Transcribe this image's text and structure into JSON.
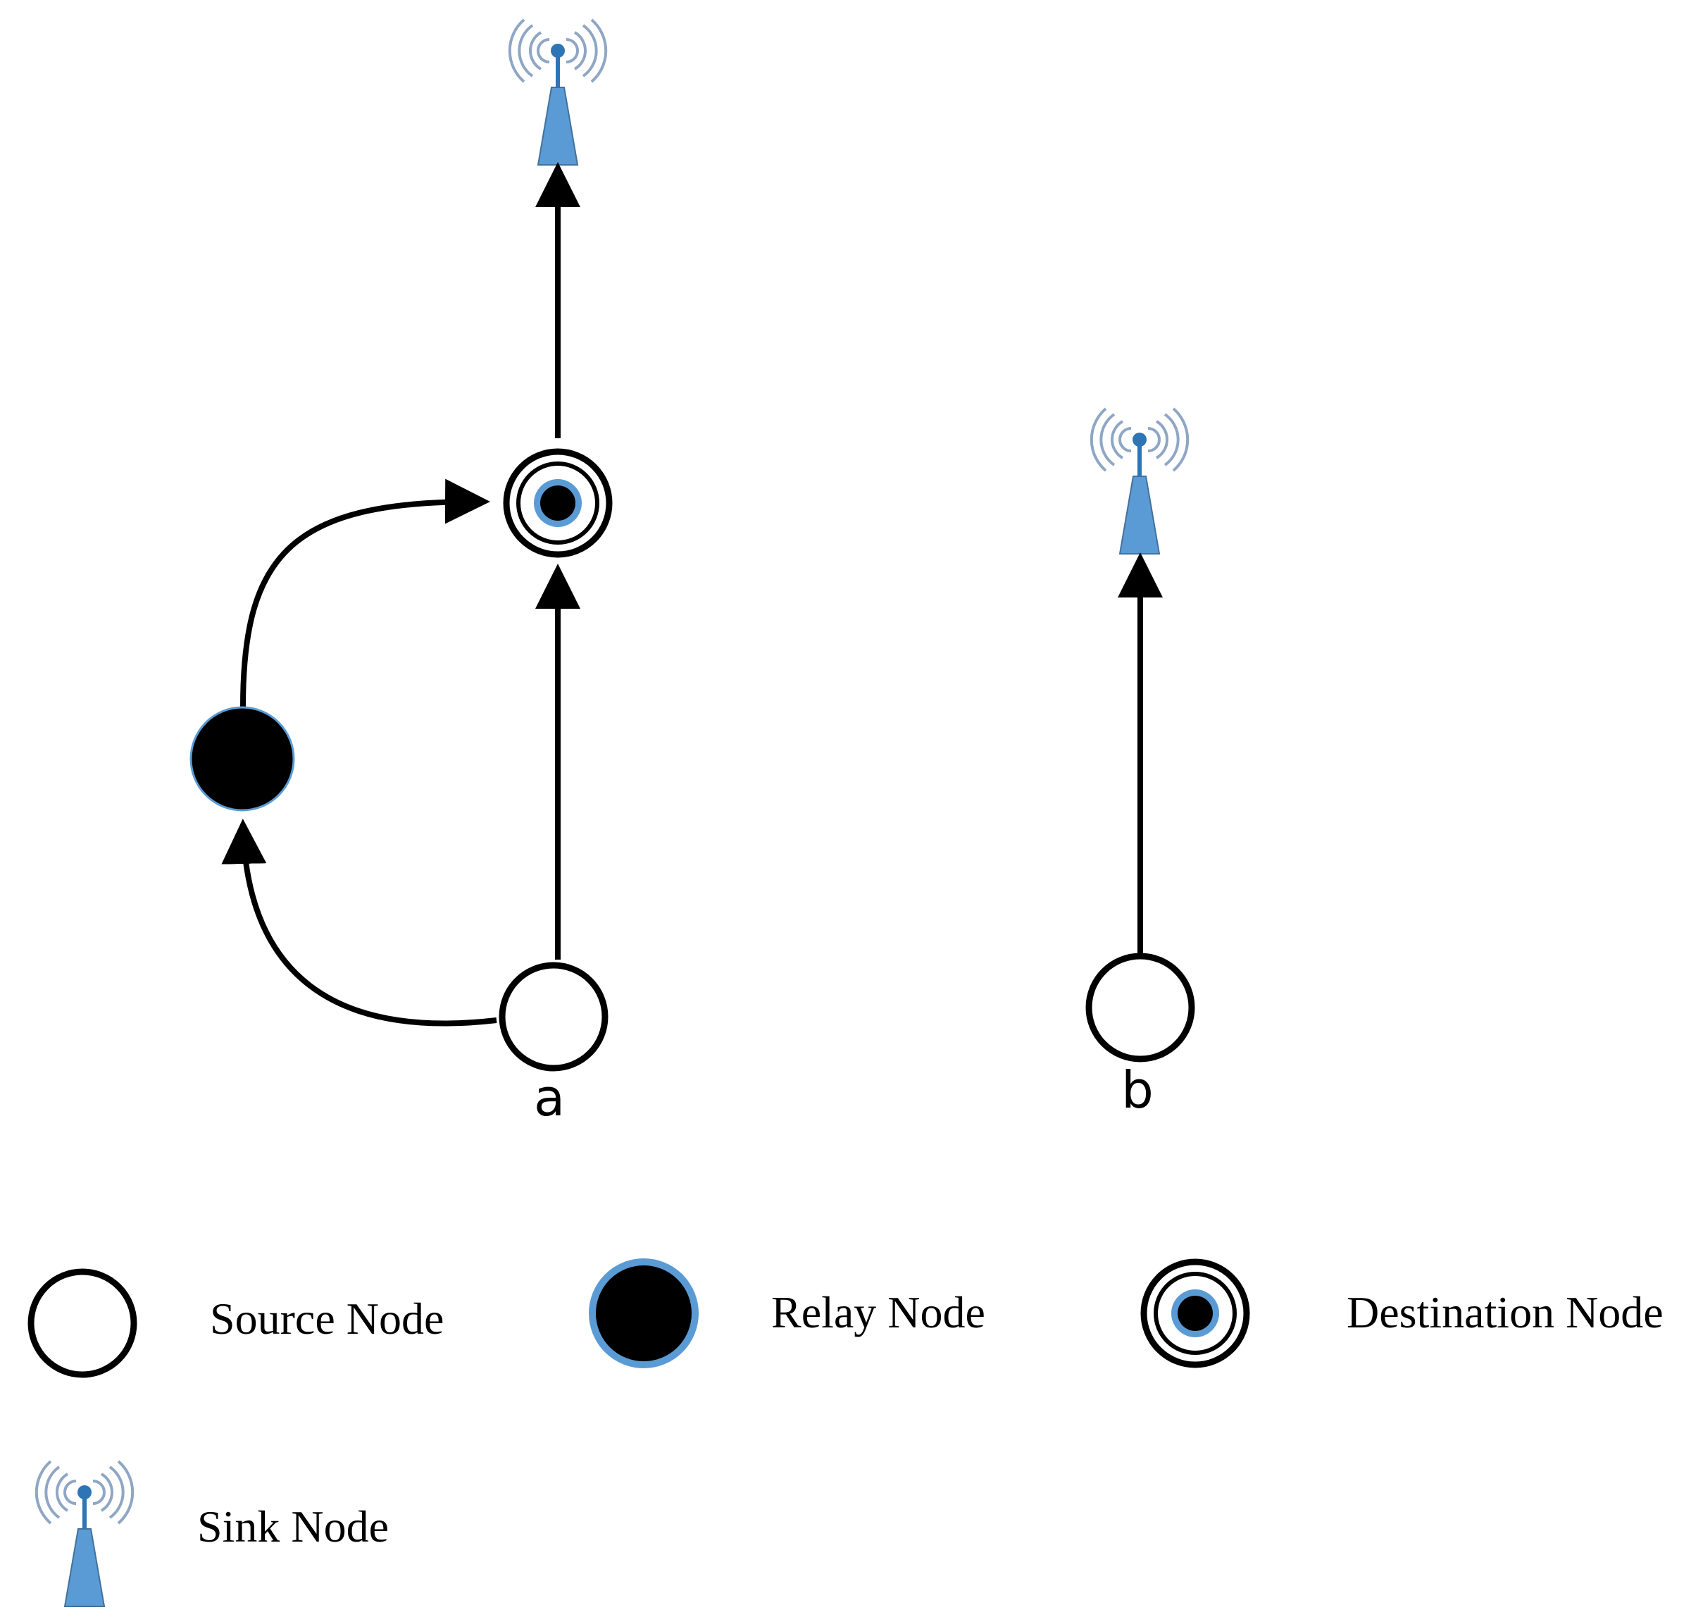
{
  "panels": {
    "a": {
      "label": "a"
    },
    "b": {
      "label": "b"
    }
  },
  "legend": {
    "source": "Source Node",
    "relay": "Relay Node",
    "destination": "Destination Node",
    "sink": "Sink Node"
  },
  "colors": {
    "accent_blue": "#5b9bd5",
    "antenna_blue": "#2e75b6",
    "wave_gray": "#8fa6c4",
    "stroke": "#000000",
    "background": "#ffffff"
  },
  "icons": {
    "source": "source-node-icon",
    "relay": "relay-node-icon",
    "destination": "destination-node-icon",
    "sink": "sink-antenna-icon"
  }
}
